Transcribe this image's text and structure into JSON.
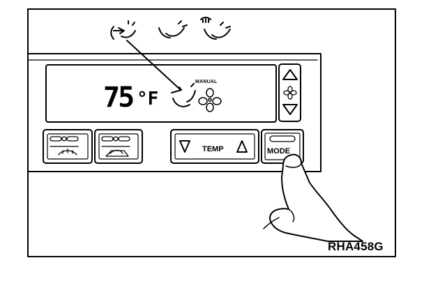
{
  "display": {
    "temperature": "75",
    "unit": "°F",
    "mode_status": "MANUAL"
  },
  "buttons": {
    "temp_label": "TEMP",
    "mode_label": "MODE"
  },
  "icons": {
    "top_row": [
      "vent-mode-icon",
      "bi-level-mode-icon",
      "defrost-floor-mode-icon"
    ],
    "display": [
      "airflow-mode-icon",
      "fan-icon"
    ],
    "fan_up": "triangle-up-icon",
    "fan_down": "triangle-down-icon",
    "defrost": "defrost-icon",
    "recirculation": "recirculation-icon",
    "hand": "pointing-hand-icon"
  },
  "figure_id": "RHA458G"
}
